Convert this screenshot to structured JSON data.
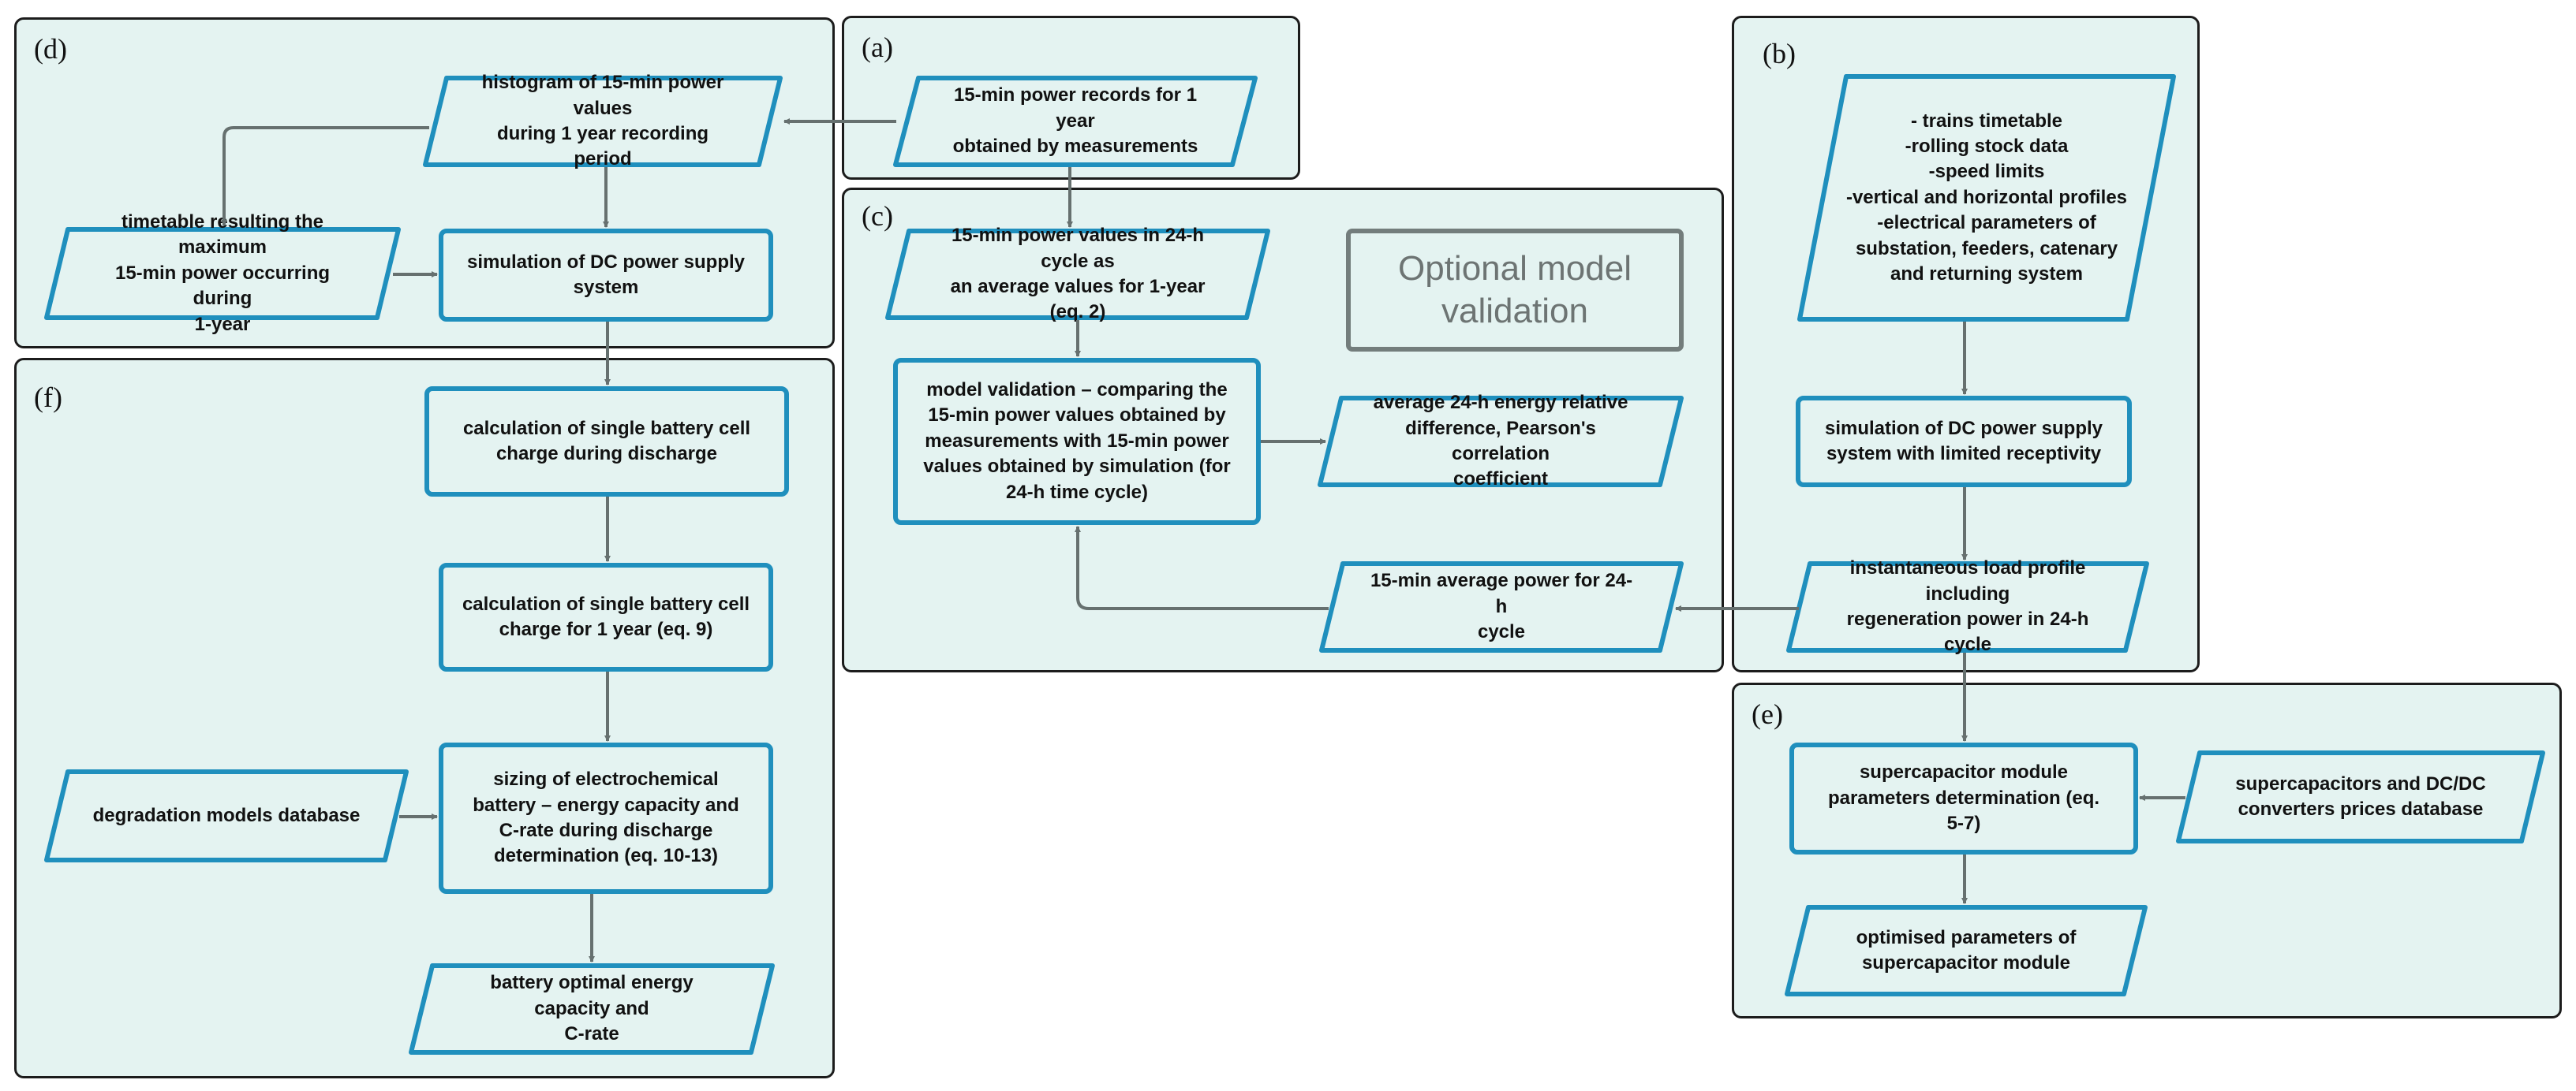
{
  "panels": {
    "a": "(a)",
    "b": "(b)",
    "c": "(c)",
    "d": "(d)",
    "e": "(e)",
    "f": "(f)"
  },
  "nodes": {
    "power_records": "15-min power records for 1 year\nobtained by measurements",
    "histogram": "histogram of 15-min power values\nduring 1 year recording period",
    "timetable_max": "timetable resulting the maximum\n15-min power occurring during\n1-year",
    "dc_sim": "simulation of DC power supply\nsystem",
    "power_24h_avg": "15-min power values in 24-h cycle as\nan average values for 1-year (eq. 2)",
    "model_validation": "model validation – comparing the\n15-min power values obtained by\nmeasurements with  15-min power\nvalues obtained by simulation (for\n24-h time cycle)",
    "energy_diff": "average 24-h energy relative\ndifference, Pearson's correlation\ncoefficient",
    "avg_power_24h": "15-min average power for 24-h\ncycle",
    "optional_validation": "Optional model\nvalidation",
    "inputs_list": "- trains timetable\n-rolling stock data\n-speed limits\n-vertical and horizontal profiles\n-electrical parameters of\nsubstation, feeders, catenary\nand returning system",
    "dc_sim_limited": "simulation of DC power supply\nsystem with limited receptivity",
    "load_profile": "instantaneous load profile including\nregeneration power in 24-h cycle",
    "battery_discharge": "calculation of single battery cell\ncharge during discharge",
    "battery_1year": "calculation of single battery cell\ncharge for 1 year (eq. 9)",
    "battery_sizing": "sizing of electrochemical\nbattery – energy capacity and\nC-rate during discharge\ndetermination (eq. 10-13)",
    "degradation_db": "degradation models database",
    "battery_optimal": "battery optimal energy capacity and\nC-rate",
    "sc_params": "supercapacitor module\nparameters determination (eq.\n5-7)",
    "sc_prices_db": "supercapacitors and DC/DC\nconverters prices database",
    "sc_optimised": "optimised parameters of\nsupercapacitor module"
  },
  "colors": {
    "panel_fill": "#e4f3f1",
    "panel_border": "#1c1c1c",
    "node_border": "#1f8fbd",
    "arrow": "#66706f",
    "optional_border": "#737d7c"
  }
}
